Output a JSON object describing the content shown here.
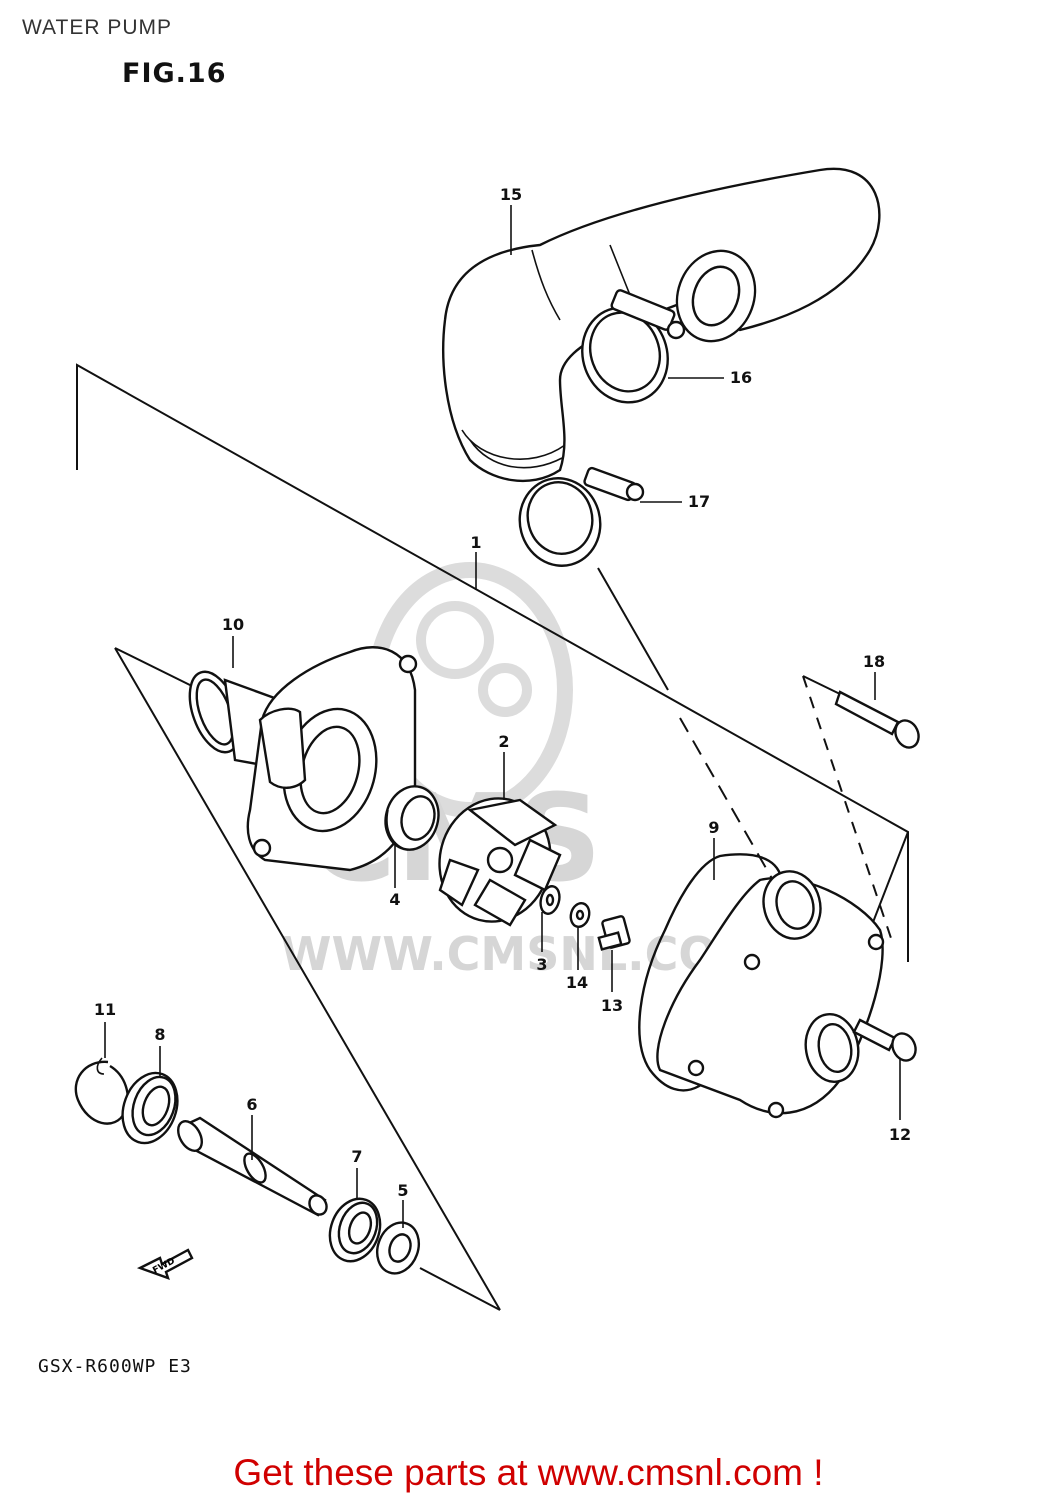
{
  "header": {
    "title": "WATER PUMP",
    "figure": "FIG.16"
  },
  "watermark": {
    "brand": "CMS",
    "url": "WWW.CMSNL.COM"
  },
  "footer": {
    "model_code": "GSX-R600WP E3",
    "promo": "Get these parts at www.cmsnl.com !"
  },
  "callouts": {
    "c1": "1",
    "c2": "2",
    "c3": "3",
    "c4": "4",
    "c5": "5",
    "c6": "6",
    "c7": "7",
    "c8": "8",
    "c9": "9",
    "c10": "10",
    "c11": "11",
    "c12": "12",
    "c13": "13",
    "c14": "14",
    "c15": "15",
    "c16": "16",
    "c17": "17",
    "c18": "18"
  },
  "direction_marker": "FWD",
  "colors": {
    "promo": "#d00000",
    "lines": "#111111",
    "watermark": "#d6d6d6"
  }
}
